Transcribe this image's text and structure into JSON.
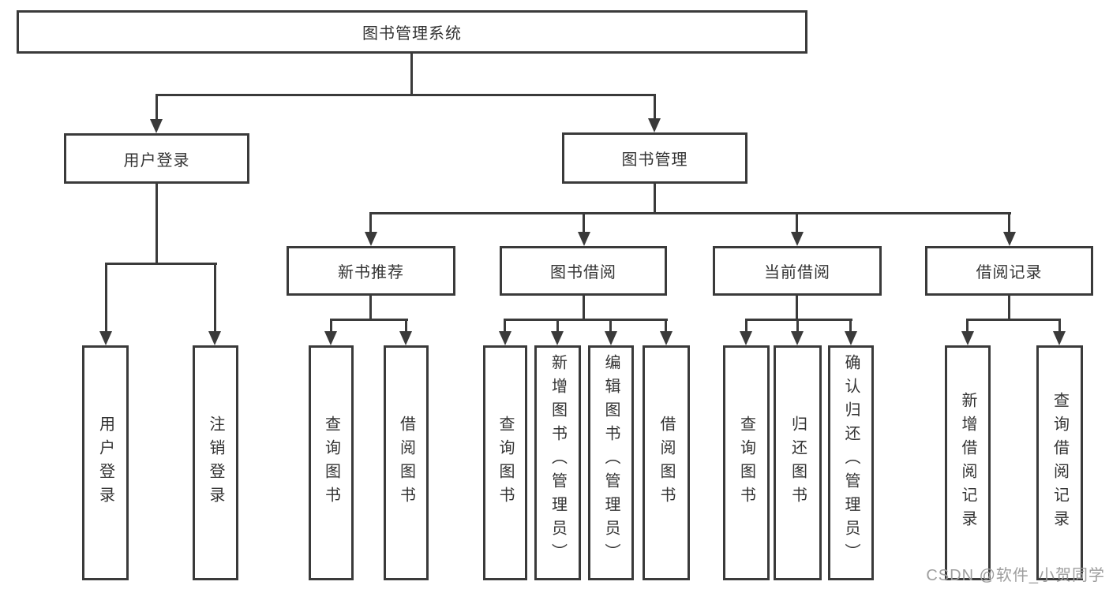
{
  "tree": {
    "root": "图书管理系统",
    "children": [
      {
        "label": "用户登录",
        "children": [
          "用户登录",
          "注销登录"
        ]
      },
      {
        "label": "图书管理",
        "children": [
          {
            "label": "新书推荐",
            "children": [
              "查询图书",
              "借阅图书"
            ]
          },
          {
            "label": "图书借阅",
            "children": [
              "查询图书",
              "新增图书（管理员）",
              "编辑图书（管理员）",
              "借阅图书"
            ]
          },
          {
            "label": "当前借阅",
            "children": [
              "查询图书",
              "归还图书",
              "确认归还（管理员）"
            ]
          },
          {
            "label": "借阅记录",
            "children": [
              "新增借阅记录",
              "查询借阅记录"
            ]
          }
        ]
      }
    ]
  },
  "watermark": "CSDN @软件_小贺同学",
  "colors": {
    "line": "#3a3a3a",
    "text": "#333333",
    "watermark": "#9e9e9e",
    "background": "#ffffff"
  }
}
